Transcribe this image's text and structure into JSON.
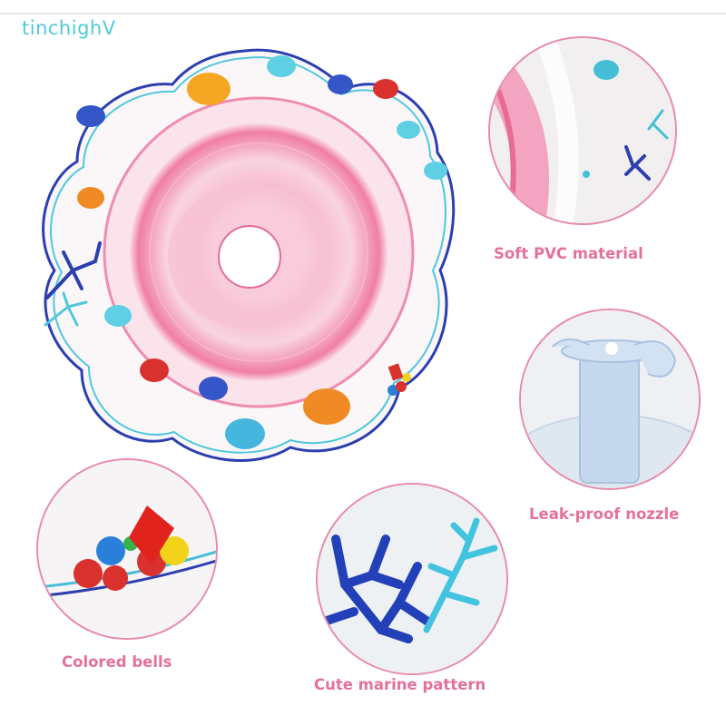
{
  "brand": {
    "watermark": "tinchighV",
    "color": "#4fcad6"
  },
  "product": {
    "main_image": "baby-swim-float-ring",
    "ring_color": "#f08cb0",
    "outline_colors": [
      "#2c3fb0",
      "#4fc7dc"
    ]
  },
  "features": [
    {
      "label": "Soft PVC material",
      "inset": "pvc-close-up"
    },
    {
      "label": "Leak-proof nozzle",
      "inset": "nozzle-close-up"
    },
    {
      "label": "Colored bells",
      "inset": "bells-close-up"
    },
    {
      "label": "Cute marine pattern",
      "inset": "coral-close-up"
    }
  ],
  "colors": {
    "caption": "#e4719c",
    "inset_border": "#e889ad"
  }
}
